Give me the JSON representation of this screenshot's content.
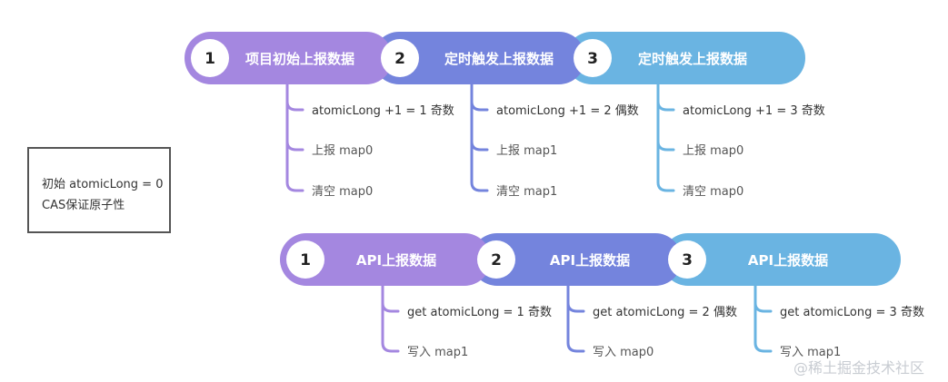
{
  "colors": {
    "purple": "#A487E0",
    "indigo": "#7484DD",
    "blue": "#6AB4E2",
    "text_dark": "#333333",
    "text_muted": "#666666",
    "box_border": "#555555",
    "watermark": "#C8CCD2"
  },
  "note": {
    "line1": "初始 atomicLong = 0",
    "line2": "CAS保证原子性"
  },
  "row1": {
    "segments": [
      {
        "num": "1",
        "label": "项目初始上报数据",
        "color": "#A487E0",
        "items": [
          "atomicLong +1 = 1 奇数",
          "上报 map0",
          "清空 map0"
        ]
      },
      {
        "num": "2",
        "label": "定时触发上报数据",
        "color": "#7484DD",
        "items": [
          "atomicLong +1 = 2 偶数",
          "上报 map1",
          "清空 map1"
        ]
      },
      {
        "num": "3",
        "label": "定时触发上报数据",
        "color": "#6AB4E2",
        "items": [
          "atomicLong +1 = 3 奇数",
          "上报 map0",
          "清空 map0"
        ]
      }
    ]
  },
  "row2": {
    "segments": [
      {
        "num": "1",
        "label": "API上报数据",
        "color": "#A487E0",
        "items": [
          "get  atomicLong = 1 奇数",
          "写入 map1"
        ]
      },
      {
        "num": "2",
        "label": "API上报数据",
        "color": "#7484DD",
        "items": [
          "get  atomicLong = 2 偶数",
          "写入 map0"
        ]
      },
      {
        "num": "3",
        "label": "API上报数据",
        "color": "#6AB4E2",
        "items": [
          "get  atomicLong = 3 奇数",
          "写入 map1"
        ]
      }
    ]
  },
  "watermark": "@稀土掘金技术社区"
}
